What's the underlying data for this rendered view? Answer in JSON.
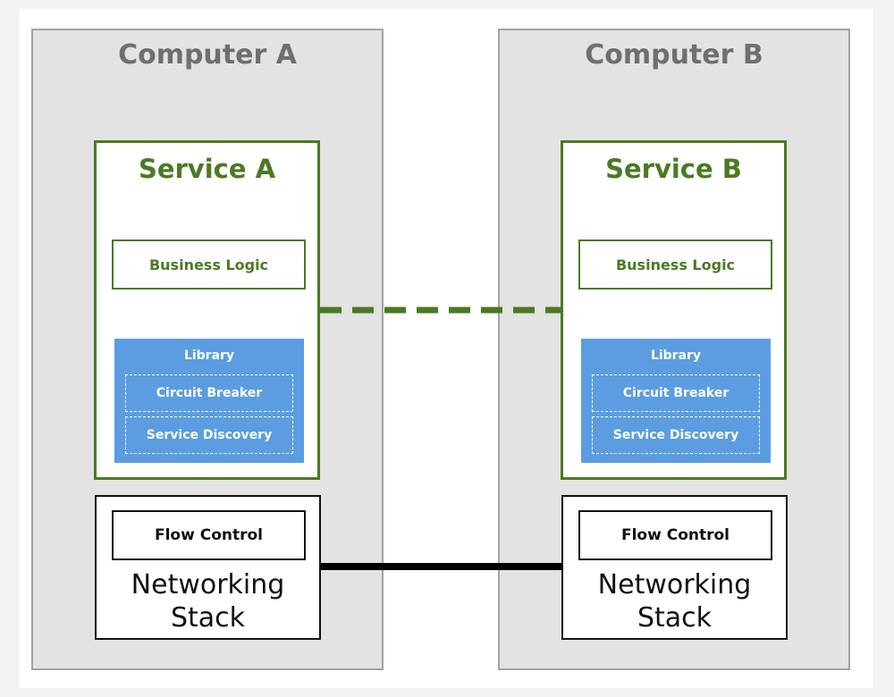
{
  "computers": {
    "a": {
      "title": "Computer A",
      "service": {
        "title": "Service A",
        "logic": "Business Logic",
        "library": {
          "title": "Library",
          "circuit_breaker": "Circuit Breaker",
          "service_discovery": "Service Discovery"
        }
      },
      "networking": {
        "flow_control": "Flow Control",
        "label": "Networking\nStack"
      }
    },
    "b": {
      "title": "Computer B",
      "service": {
        "title": "Service B",
        "logic": "Business Logic",
        "library": {
          "title": "Library",
          "circuit_breaker": "Circuit Breaker",
          "service_discovery": "Service Discovery"
        }
      },
      "networking": {
        "flow_control": "Flow Control",
        "label": "Networking\nStack"
      }
    }
  },
  "colors": {
    "service_green": "#4a7a22",
    "library_blue": "#5b9de0",
    "computer_gray": "#e3e3e3",
    "title_gray": "#6f6f6f"
  }
}
